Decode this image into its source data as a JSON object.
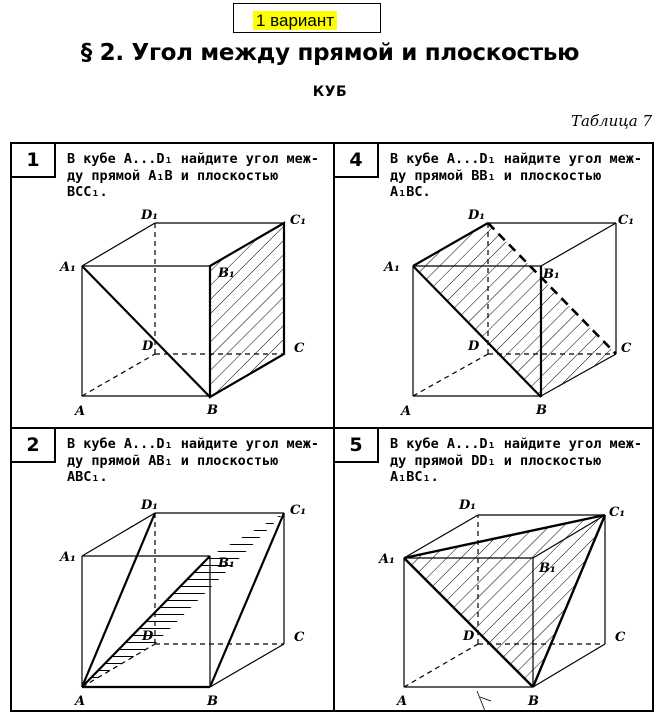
{
  "header": {
    "variant": "1 вариант",
    "title": "§ 2. Угол между прямой и плоскостью",
    "subtitle": "КУБ",
    "table_label": "Таблица 7"
  },
  "tasks": [
    {
      "number": "1",
      "line1": "В кубе A...D₁ найдите угол меж-",
      "line2": "ду прямой A₁B и плоскостью",
      "line3": "BCC₁."
    },
    {
      "number": "4",
      "line1": "В кубе A...D₁ найдите угол меж-",
      "line2": "ду прямой BB₁ и плоскостью",
      "line3": "A₁BC."
    },
    {
      "number": "2",
      "line1": "В кубе A...D₁ найдите угол меж-",
      "line2": "ду прямой AB₁ и плоскостью",
      "line3": "ABC₁."
    },
    {
      "number": "5",
      "line1": "В кубе A...D₁ найдите угол меж-",
      "line2": "ду прямой DD₁ и плоскостью",
      "line3": "A₁BC₁."
    }
  ],
  "vertex_labels": {
    "A": "A",
    "B": "B",
    "C": "C",
    "D": "D",
    "A1": "A₁",
    "B1": "B₁",
    "C1": "C₁",
    "D1": "D₁"
  }
}
